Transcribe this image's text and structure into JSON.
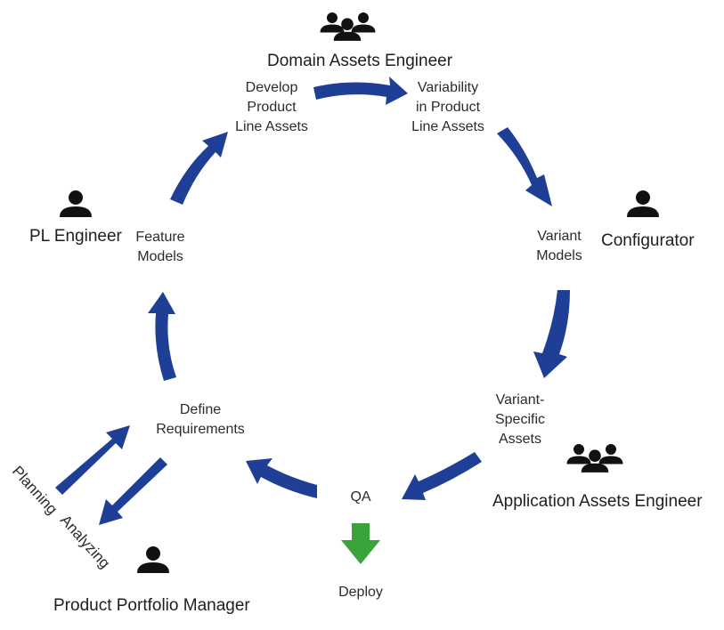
{
  "colors": {
    "arrow": "#1f3f97",
    "deploy_arrow": "#3aa33a",
    "icon": "#111111",
    "text": "#2b2b2b"
  },
  "roles": {
    "domain_assets_engineer": "Domain Assets Engineer",
    "pl_engineer": "PL Engineer",
    "configurator": "Configurator",
    "application_assets_engineer": "Application Assets Engineer",
    "product_portfolio_manager": "Product Portfolio Manager"
  },
  "stages": {
    "develop": [
      "Develop",
      "Product",
      "Line Assets"
    ],
    "variability": [
      "Variability",
      "in Product",
      "Line Assets"
    ],
    "variant_models": [
      "Variant",
      "Models"
    ],
    "variant_specific_assets": [
      "Variant-",
      "Specific",
      "Assets"
    ],
    "qa": "QA",
    "deploy": "Deploy",
    "define_requirements": [
      "Define",
      "Requirements"
    ],
    "feature_models": [
      "Feature",
      "Models"
    ]
  },
  "side_labels": {
    "planning": "Planning",
    "analyzing": "Analyzing"
  },
  "icons": {
    "domain_group": "people-group-icon",
    "pl_engineer": "person-icon",
    "configurator": "person-icon",
    "application_group": "people-group-icon",
    "portfolio_manager": "person-icon"
  }
}
